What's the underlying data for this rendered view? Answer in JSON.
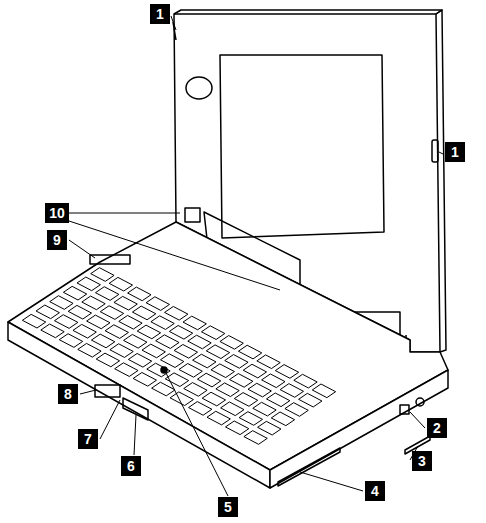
{
  "diagram": {
    "labels": [
      "1",
      "1",
      "10",
      "9",
      "2",
      "3",
      "4",
      "8",
      "7",
      "6",
      "5"
    ]
  }
}
